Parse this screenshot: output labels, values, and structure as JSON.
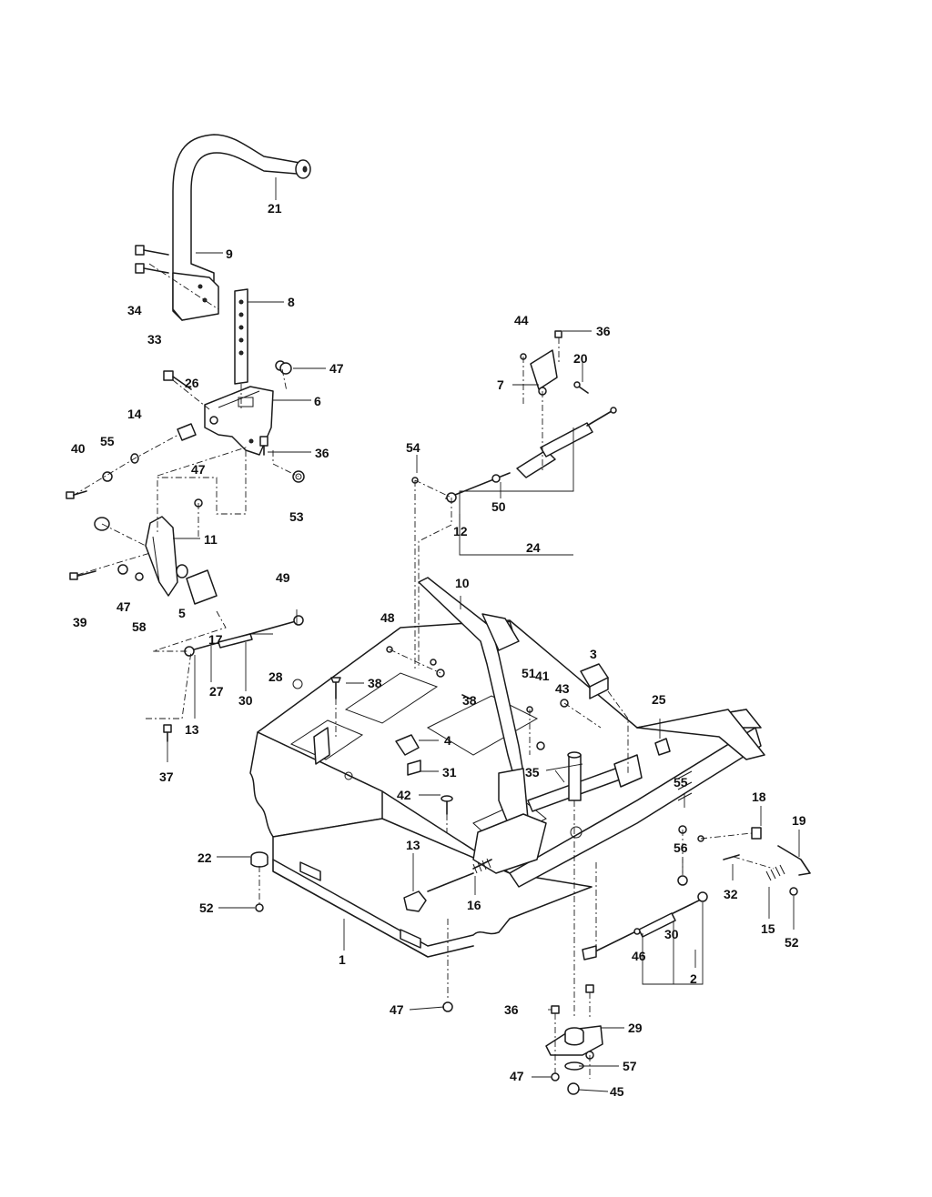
{
  "diagram": {
    "callouts": [
      {
        "id": "c21",
        "text": "21"
      },
      {
        "id": "c9",
        "text": "9"
      },
      {
        "id": "c34",
        "text": "34"
      },
      {
        "id": "c8",
        "text": "8"
      },
      {
        "id": "c33",
        "text": "33"
      },
      {
        "id": "c47a",
        "text": "47"
      },
      {
        "id": "c26",
        "text": "26"
      },
      {
        "id": "c6",
        "text": "6"
      },
      {
        "id": "c14",
        "text": "14"
      },
      {
        "id": "c40",
        "text": "40"
      },
      {
        "id": "c55a",
        "text": "55"
      },
      {
        "id": "c36a",
        "text": "36"
      },
      {
        "id": "c47b",
        "text": "47"
      },
      {
        "id": "c53",
        "text": "53"
      },
      {
        "id": "c11",
        "text": "11"
      },
      {
        "id": "c39",
        "text": "39"
      },
      {
        "id": "c47c",
        "text": "47"
      },
      {
        "id": "c58",
        "text": "58"
      },
      {
        "id": "c5",
        "text": "5"
      },
      {
        "id": "c17",
        "text": "17"
      },
      {
        "id": "c49",
        "text": "49"
      },
      {
        "id": "c28",
        "text": "28"
      },
      {
        "id": "c30a",
        "text": "30"
      },
      {
        "id": "c27",
        "text": "27"
      },
      {
        "id": "c13a",
        "text": "13"
      },
      {
        "id": "c37",
        "text": "37"
      },
      {
        "id": "c44",
        "text": "44"
      },
      {
        "id": "c36b",
        "text": "36"
      },
      {
        "id": "c20",
        "text": "20"
      },
      {
        "id": "c7",
        "text": "7"
      },
      {
        "id": "c54",
        "text": "54"
      },
      {
        "id": "c12",
        "text": "12"
      },
      {
        "id": "c50",
        "text": "50"
      },
      {
        "id": "c24",
        "text": "24"
      },
      {
        "id": "c10",
        "text": "10"
      },
      {
        "id": "c48",
        "text": "48"
      },
      {
        "id": "c38a",
        "text": "38"
      },
      {
        "id": "c38b",
        "text": "38"
      },
      {
        "id": "c4",
        "text": "4"
      },
      {
        "id": "c31",
        "text": "31"
      },
      {
        "id": "c42",
        "text": "42"
      },
      {
        "id": "c3",
        "text": "3"
      },
      {
        "id": "c51",
        "text": "51"
      },
      {
        "id": "c41",
        "text": "41"
      },
      {
        "id": "c43",
        "text": "43"
      },
      {
        "id": "c25",
        "text": "25"
      },
      {
        "id": "c35",
        "text": "35"
      },
      {
        "id": "c55b",
        "text": "55"
      },
      {
        "id": "c18",
        "text": "18"
      },
      {
        "id": "c19",
        "text": "19"
      },
      {
        "id": "c56",
        "text": "56"
      },
      {
        "id": "c32",
        "text": "32"
      },
      {
        "id": "c15",
        "text": "15"
      },
      {
        "id": "c52a",
        "text": "52"
      },
      {
        "id": "c22",
        "text": "22"
      },
      {
        "id": "c13b",
        "text": "13"
      },
      {
        "id": "c16",
        "text": "16"
      },
      {
        "id": "c52b",
        "text": "52"
      },
      {
        "id": "c1",
        "text": "1"
      },
      {
        "id": "c46",
        "text": "46"
      },
      {
        "id": "c30b",
        "text": "30"
      },
      {
        "id": "c2",
        "text": "2"
      },
      {
        "id": "c47d",
        "text": "47"
      },
      {
        "id": "c36c",
        "text": "36"
      },
      {
        "id": "c29",
        "text": "29"
      },
      {
        "id": "c57",
        "text": "57"
      },
      {
        "id": "c47e",
        "text": "47"
      },
      {
        "id": "c45",
        "text": "45"
      }
    ]
  }
}
